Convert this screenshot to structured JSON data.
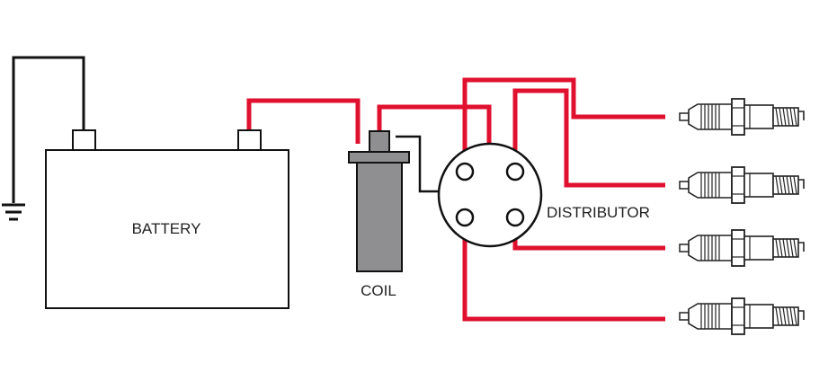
{
  "labels": {
    "battery": "BATTERY",
    "coil": "COIL",
    "distributor": "DISTRIBUTOR"
  },
  "colors": {
    "hot_wire": "#e0102f",
    "ground_wire": "#111111",
    "coil_body": "#8f8f91",
    "outline": "#111111"
  },
  "components": {
    "battery": {
      "icon": "battery-icon",
      "terminals": 2
    },
    "ground": {
      "icon": "ground-symbol-icon"
    },
    "coil": {
      "icon": "ignition-coil-icon"
    },
    "distributor": {
      "icon": "distributor-cap-icon",
      "posts": 4
    },
    "spark_plugs": {
      "icon": "spark-plug-icon",
      "count": 4
    }
  }
}
